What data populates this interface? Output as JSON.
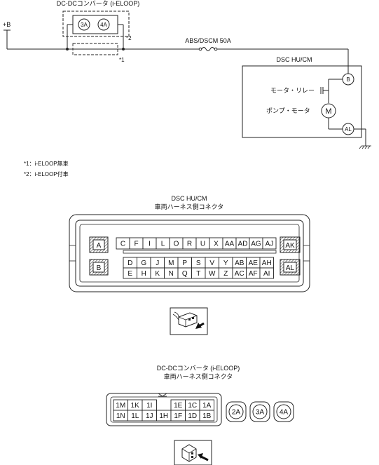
{
  "wiring": {
    "dcdc_title": "DC-DCコンバータ (i-ELOOP)",
    "pin_3a": "3A",
    "pin_4a": "4A",
    "star1": "*1",
    "star2": "*2",
    "plus_b": "+B",
    "fuse_label": "ABS/DSCM 50A",
    "dsc_title": "DSC HU/CM",
    "pin_b": "B",
    "pin_al": "AL",
    "relay_label": "モータ・リレー",
    "pump_label": "ポンプ・モータ",
    "motor_symbol": "M"
  },
  "notes": [
    "*1：i-ELOOP無車",
    "*2：i-ELOOP付車"
  ],
  "dsc_connector": {
    "title1": "DSC HU/CM",
    "title2": "車両ハーネス側コネクタ",
    "big_top_left": "A",
    "big_top_right": "AK",
    "big_bot_left": "B",
    "big_bot_right": "AL",
    "row1": [
      "C",
      "F",
      "I",
      "L",
      "O",
      "R",
      "U",
      "X",
      "AA",
      "AD",
      "AG",
      "AJ"
    ],
    "row2": [
      "D",
      "G",
      "J",
      "M",
      "P",
      "S",
      "V",
      "Y",
      "AB",
      "AE",
      "AH"
    ],
    "row3": [
      "E",
      "H",
      "K",
      "N",
      "Q",
      "T",
      "W",
      "Z",
      "AC",
      "AF",
      "AI"
    ]
  },
  "dcdc_connector": {
    "title1": "DC-DCコンバータ (i-ELOOP)",
    "title2": "車両ハーネス側コネクタ",
    "row1": [
      "1M",
      "1K",
      "1I",
      "",
      "1E",
      "1C",
      "1A"
    ],
    "row2": [
      "1N",
      "1L",
      "1J",
      "1H",
      "1F",
      "1D",
      "1B"
    ],
    "round_pins": [
      "2A",
      "3A",
      "4A"
    ]
  }
}
